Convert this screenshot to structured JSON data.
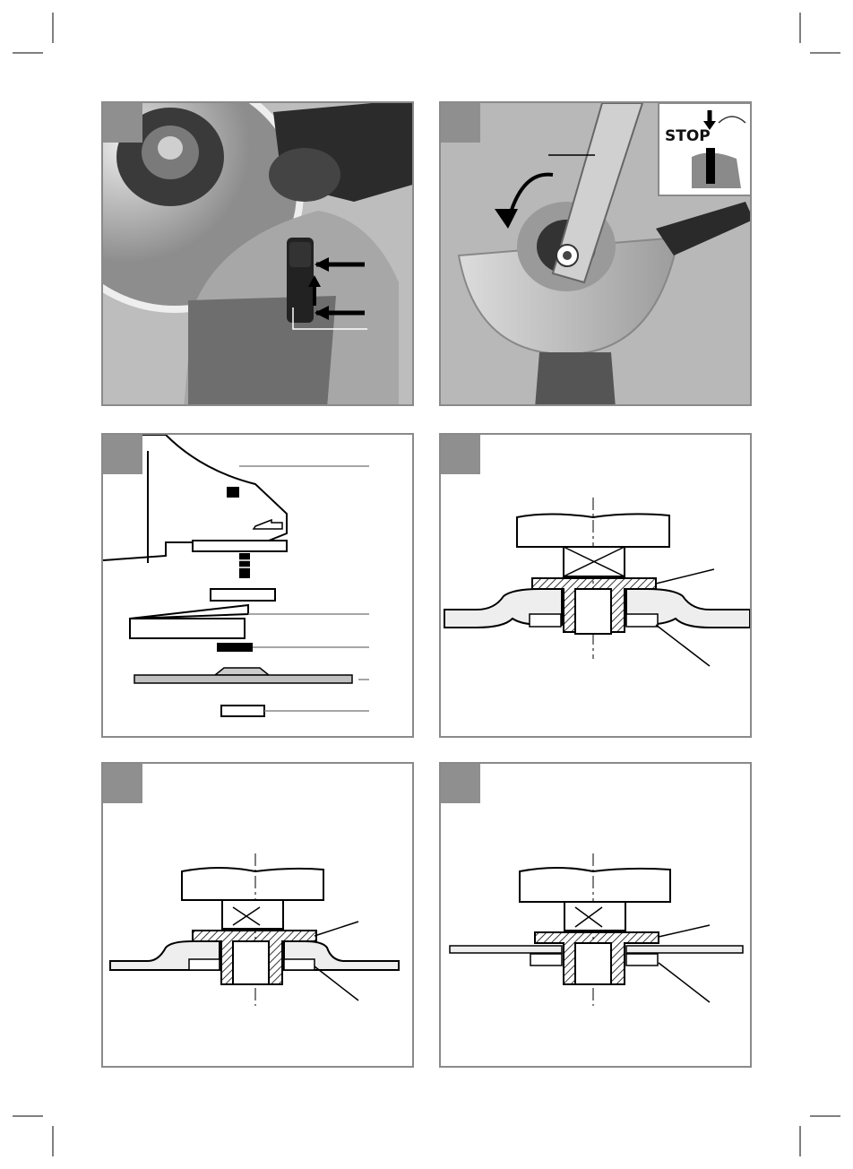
{
  "page": {
    "figures": [
      {
        "id": "fig1",
        "kind": "photo",
        "subject": "grinder-switch"
      },
      {
        "id": "fig2",
        "kind": "photo",
        "subject": "guard-adjustment",
        "inset_text": "STOP"
      },
      {
        "id": "fig3",
        "kind": "diagram",
        "subject": "exploded-assembly"
      },
      {
        "id": "fig4",
        "kind": "diagram",
        "subject": "depressed-center-wheel-section"
      },
      {
        "id": "fig5",
        "kind": "diagram",
        "subject": "depressed-wheel-section-b"
      },
      {
        "id": "fig6",
        "kind": "diagram",
        "subject": "flat-disc-section"
      }
    ]
  },
  "colors": {
    "panel_border": "#8a8a8a",
    "tab": "#8f8f8f",
    "photo_bg": "#b9b9b9"
  },
  "inset": {
    "stop_label": "STOP"
  }
}
